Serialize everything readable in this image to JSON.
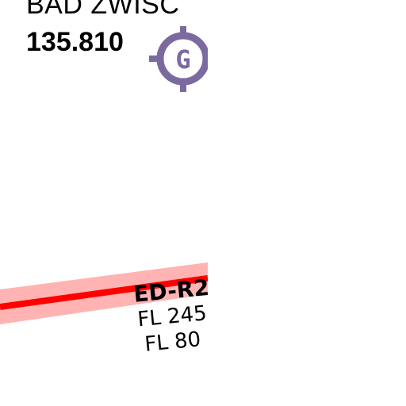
{
  "airfield": {
    "name": "BAD ZWISC",
    "frequency": "135.810",
    "symbol_letter": "G",
    "symbol_icon": "glider-site-icon",
    "symbol_color": "#7b6aa0"
  },
  "restricted_area": {
    "id": "ED-R2",
    "upper_limit": "FL 245",
    "lower_limit": "FL 80",
    "border_color": "#ff0000",
    "halo_color": "#ffb3b3"
  }
}
